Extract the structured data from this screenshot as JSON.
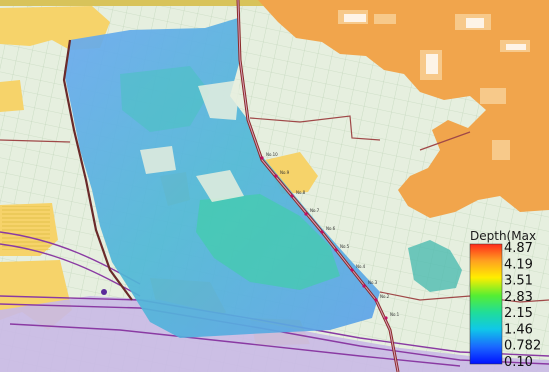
{
  "legend": {
    "title": "Depth(Max",
    "ticks": [
      "4.87",
      "4.19",
      "3.51",
      "2.83",
      "2.15",
      "1.46",
      "0.782",
      "0.10"
    ],
    "gradient_stops": [
      "#ff2a1a",
      "#ffa020",
      "#ffee00",
      "#55ee33",
      "#20dd99",
      "#10c8e8",
      "#1a66ff",
      "#0010ff"
    ]
  },
  "map_labels": [
    "No.10",
    "No.9",
    "No.8",
    "No.7",
    "No.6",
    "No.5",
    "No.4",
    "No.3",
    "No.2",
    "No.1"
  ],
  "colors": {
    "base": "#e6efdf",
    "residential": "#f6d36a",
    "forest": "#f1a54c",
    "river": "#c9b9e5",
    "flood_shallow": "#5fa9ea",
    "flood_mid": "#49c2c0",
    "flood_deep": "#3fd0a6",
    "road": "#8a2a2a"
  }
}
